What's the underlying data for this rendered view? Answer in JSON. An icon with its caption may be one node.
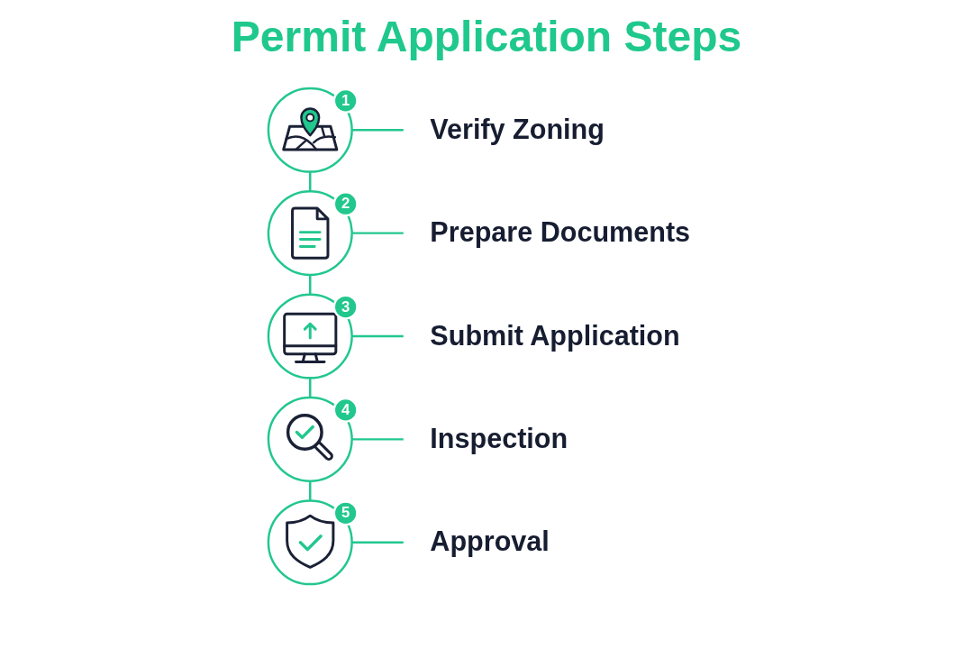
{
  "diagram": {
    "title": "Permit Application Steps",
    "nodes": [
      {
        "text": [
          "1"
        ]
      },
      {
        "text": [
          "Verify Zoning"
        ]
      },
      {
        "text": [
          "2"
        ]
      },
      {
        "text": [
          "Prepare Documents"
        ]
      },
      {
        "text": [
          "3"
        ]
      },
      {
        "text": [
          "Submit Application"
        ]
      },
      {
        "text": [
          "4"
        ]
      },
      {
        "text": [
          "Inspection"
        ]
      },
      {
        "text": [
          "5"
        ]
      },
      {
        "text": [
          "Approval"
        ]
      }
    ],
    "edges": [
      {
        "from": 0,
        "to": 1,
        "arrow": "none"
      },
      {
        "from": 0,
        "to": 2,
        "arrow": "none"
      },
      {
        "from": 2,
        "to": 3,
        "arrow": "none"
      },
      {
        "from": 2,
        "to": 4,
        "arrow": "none"
      },
      {
        "from": 4,
        "to": 5,
        "arrow": "none"
      },
      {
        "from": 4,
        "to": 6,
        "arrow": "none"
      },
      {
        "from": 6,
        "to": 7,
        "arrow": "none"
      },
      {
        "from": 6,
        "to": 8,
        "arrow": "none"
      },
      {
        "from": 8,
        "to": 9,
        "arrow": "none"
      }
    ]
  }
}
